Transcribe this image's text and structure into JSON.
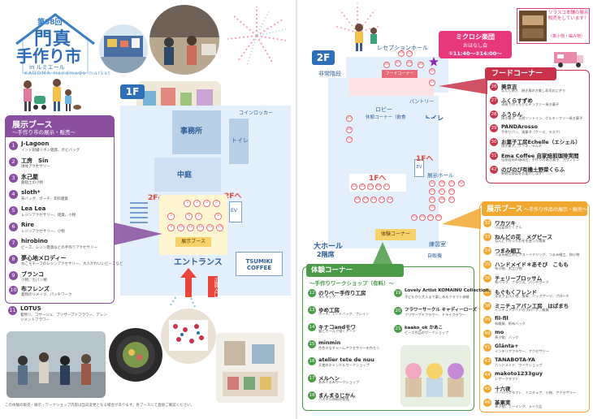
{
  "logo": {
    "edition": "第38回",
    "title_line1": "門真",
    "title_line2": "手作り市",
    "venue_prefix": "in ルミエール",
    "english": "KADOMA Handmade market"
  },
  "floor1": {
    "label": "1F",
    "rooms": {
      "office": "事務所",
      "courtyard": "中庭",
      "coin_locker": "コインロッカー",
      "toilet": "トイレ",
      "ev": "EV",
      "to2f_left": "2Fへ",
      "to2f_right": "2Fへ",
      "exhibit_booth": "展示ブース",
      "entrance": "エントランス",
      "cafe": "TSUMIKI COFFEE",
      "main_gate": "正面入口"
    },
    "booth_numbers": [
      "1",
      "2",
      "3",
      "4",
      "5",
      "6",
      "7",
      "8",
      "9",
      "10",
      "11",
      "12",
      "13",
      "14"
    ]
  },
  "exhibit_left": {
    "title": "展示ブース",
    "subtitle": "〜手作り市の展示・販売〜",
    "items": [
      {
        "no": "1",
        "name": "J-Lagoon",
        "desc": "インド刺繍リボン雑貨、ボビバッグ"
      },
      {
        "no": "2",
        "name": "工房　Sin",
        "desc": "球体アクセサリー"
      },
      {
        "no": "3",
        "name": "氷己屋",
        "desc": "銀粘土の小物"
      },
      {
        "no": "4",
        "name": "sloth*",
        "desc": "布バッグ、ポーチ、衣料雑貨"
      },
      {
        "no": "5",
        "name": "Lea Lea",
        "desc": "レジンアクセサリー、雑貨、小物"
      },
      {
        "no": "6",
        "name": "Rire",
        "desc": "レジンアクセサリー、小物"
      },
      {
        "no": "7",
        "name": "hirobino",
        "desc": "ビーズ、レジン雑貨などの手作りアクセサリー"
      },
      {
        "no": "8",
        "name": "夢心地メロディー",
        "desc": "ねこモチーフのレジンアクセサリー、大人かわいいビーズなど"
      },
      {
        "no": "9",
        "name": "ブランコ",
        "desc": "小物、カバン類"
      },
      {
        "no": "10",
        "name": "布フレンズ",
        "desc": "着物のリメイク、パッチワーク"
      },
      {
        "no": "11",
        "name": "LOTUS",
        "desc": "着物リ、コサージュ、ブリザーブドフラワー、アレンジメントフラワー"
      }
    ]
  },
  "floor2": {
    "label": "2F",
    "rooms": {
      "emergency_stairs": "非常階段",
      "reception_hall": "レセプションホール",
      "food_corner": "フードコーナー",
      "pantry": "パントリー",
      "lobby": "ロビー",
      "rest_corner": "休憩コーナー（飲食可）",
      "toilet": "トイレ",
      "to1f_left": "1Fへ",
      "to1f_right": "1Fへ",
      "exhibit_hall": "展示ホール",
      "workshop_corner": "体験コーナー",
      "big_hall": "大ホール",
      "big_hall_floor": "2階席",
      "practice_room": "練習室",
      "vending": "自販機",
      "ev": "EV"
    }
  },
  "mini_concert": {
    "title": "ミクロシ楽団",
    "subtitle": "おはなし会",
    "times": "①11:40〜②14:00〜"
  },
  "sorasuko": {
    "text": "ソラスコ本舗の展示販売をしています！",
    "note": "（革小物・編み物）"
  },
  "food": {
    "title": "フードコーナー",
    "items": [
      {
        "no": "26",
        "name": "美京吉",
        "desc": "なんし焼き、焼き鳥のき美し寿司おにぎり"
      },
      {
        "no": "27",
        "name": "ふくらすずめ",
        "desc": "米粉で作ったグルテンフリー焼き菓子"
      },
      {
        "no": "28",
        "name": "ふうらん",
        "desc": "焼き菓子、天然ソントイン、グルテンフリー焼き菓子"
      },
      {
        "no": "29",
        "name": "PANDArosso",
        "desc": "手作りパン、焼菓子（ケーキ、ラスク）"
      },
      {
        "no": "30",
        "name": "お菓子工房Echelle（エシェル）",
        "desc": "焼き菓子、ケーキ、ラムネ"
      },
      {
        "no": "31",
        "name": "Ema Coffee 自家焙煎珈琲実間",
        "desc": "自家焙煎の珈琲豆、手作りの焼き菓子、カザンレン"
      },
      {
        "no": "42",
        "name": "のびのび有機土野菜くらふ",
        "desc": "新鮮な野菜をお届けします！"
      }
    ]
  },
  "exhibit_right": {
    "title": "展示ブース",
    "subtitle": "〜手作り作品の展示・販売〜",
    "items": [
      {
        "no": "32",
        "name": "ワカツキ",
        "desc": "小品盆栽たくさん"
      },
      {
        "no": "33",
        "name": "ねんどの花　メグピース",
        "desc": "ねんどで作ったお花を使った雑貨"
      },
      {
        "no": "34",
        "name": "つまみ細工",
        "desc": "つまみ細工のピアス・イヤリング、つまみ細工、和小物"
      },
      {
        "no": "35",
        "name": "ハンドメイド＊あそぴ　こもも",
        "desc": "布小物、木工小物"
      },
      {
        "no": "36",
        "name": "チェリーブロッサム",
        "desc": "布バッグ、ブラウス、パッチワーク"
      },
      {
        "no": "37",
        "name": "もぐもくフレンド",
        "desc": "羊毛フェルト物、雑貨、バッグアーツ、ブローチ"
      },
      {
        "no": "38",
        "name": "ミニチュアパン工房　はぱまち",
        "desc": "ミニチュアフードのブローチ、雑貨"
      },
      {
        "no": "39",
        "name": "fil-fil",
        "desc": "布雑貨、帆布バッグ"
      },
      {
        "no": "40",
        "name": "mo",
        "desc": "革小物、バッグ"
      },
      {
        "no": "41",
        "name": "Glänta+",
        "desc": "インテリアフラワー、アクセサリー"
      },
      {
        "no": "43",
        "name": "TANABOTA-YA",
        "desc": "ハンドメイド、ワークショップ"
      },
      {
        "no": "44",
        "name": "makoto1233guy",
        "desc": "レザークラフト"
      },
      {
        "no": "45",
        "name": "十六夜",
        "desc": "ペーパークラフト、ミニチュア、小物、アクセサリー"
      },
      {
        "no": "46",
        "name": "革果実",
        "desc": "革小物、ソーイング、メイク品"
      }
    ]
  },
  "workshop": {
    "title": "体験コーナー",
    "subtitle": "〜手作りワークショップ（有料）〜",
    "items_left": [
      {
        "no": "12",
        "name": "のりべー手作り工房",
        "desc": "ストラップ"
      },
      {
        "no": "13",
        "name": "ゆめ工房",
        "desc": "ポーチ、トートバッグ、ブレイン"
      },
      {
        "no": "14",
        "name": "キナコandモワ",
        "desc": "猫とボールで描くアート"
      },
      {
        "no": "15",
        "name": "minmin",
        "desc": "色色々なチャームアクセサリーを作ろう"
      },
      {
        "no": "16",
        "name": "atelier tete de nuu",
        "desc": "天使のキャンドルワークショップ"
      },
      {
        "no": "17",
        "name": "メルヘン",
        "desc": "あみぐるみワークショップ"
      },
      {
        "no": "18",
        "name": "まんまるじかん",
        "desc": "パステル和紙お絵描"
      }
    ],
    "items_right": [
      {
        "no": "19",
        "name": "Lovely Artist KOMAINU Collection.",
        "desc": "子どもから大人まで楽しめるクラフト体験"
      },
      {
        "no": "20",
        "name": "フラワーサークル キャディーローズ",
        "desc": "ブリザーブドフラワー、ドライフラワー"
      },
      {
        "no": "21",
        "name": "kaako_ok かあこ",
        "desc": "ビーズ作品のワークショップ"
      }
    ]
  },
  "footnote": "この体験の販売・展示・ワークショップ内容は当日変更となる場合があります。各ブースにて直接ご確認ください。"
}
